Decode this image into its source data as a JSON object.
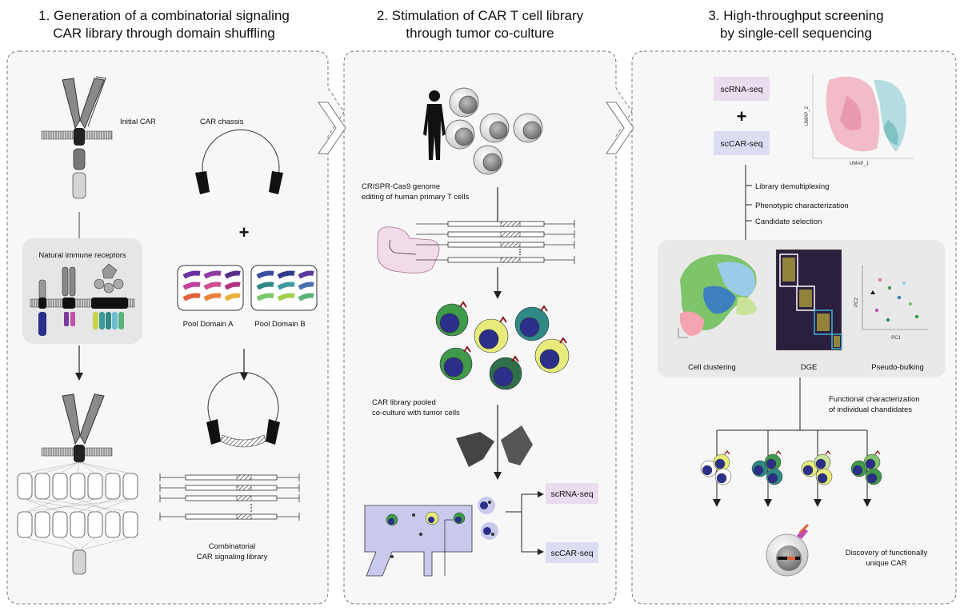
{
  "panel1": {
    "title_line1": "1. Generation of a combinatorial signaling",
    "title_line2": "CAR library through domain shuffling",
    "initial_car": "Initial CAR",
    "car_chassis": "CAR chassis",
    "natural_receptors": "Natural immune receptors",
    "plus": "+",
    "pool_a": "Pool Domain A",
    "pool_b": "Pool Domain B",
    "library_line1": "Combinatorial",
    "library_line2": "CAR signaling library"
  },
  "panel2": {
    "title_line1": "2. Stimulation of CAR T cell library",
    "title_line2": "through tumor co-culture",
    "crispr_line1": "CRISPR-Cas9 genome",
    "crispr_line2": "editing of human primary T cells",
    "pooled_line1": "CAR library pooled",
    "pooled_line2": "co-culture with tumor cells",
    "scrna": "scRNA-seq",
    "sccar": "scCAR-seq"
  },
  "panel3": {
    "title_line1": "3. High-throughput screening",
    "title_line2": "by single-cell sequencing",
    "scrna": "scRNA-seq",
    "plus": "+",
    "sccar": "scCAR-seq",
    "umap_x": "UMAP_1",
    "umap_y": "UMAP_2",
    "step1": "Library demultiplexing",
    "step2": "Phenotypic characterization",
    "step3": "Candidate selection",
    "cluster_label": "Cell clustering",
    "dge_label": "DGE",
    "pseudo_label": "Pseudo-bulking",
    "pc1": "PC1",
    "pc2": "PC2",
    "func_line1": "Functional characterization",
    "func_line2": "of individual chandidates",
    "disc_line1": "Discovery of functionally",
    "disc_line2": "unique CAR"
  },
  "colors": {
    "scrna_box": "#e9dcec",
    "sccar_box": "#dcdcf3",
    "cell_navy": "#2b2f8a",
    "cell_green": "#3f9a4a",
    "cell_yellow": "#e6eb7c",
    "cell_teal": "#2f8a85",
    "chip_blue": "#c9c9ee"
  }
}
